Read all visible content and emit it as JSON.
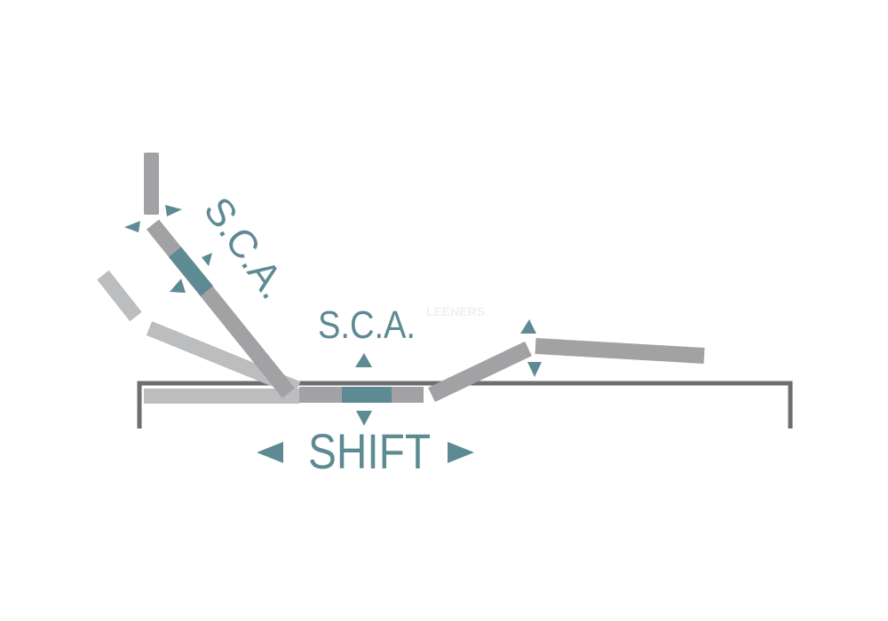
{
  "labels": {
    "sca_head": "S.C.A.",
    "sca_center": "S.C.A.",
    "shift": "SHIFT"
  },
  "watermark": "LEENERS",
  "colors": {
    "accent": "#5e8a93",
    "segment_dark": "#a2a2a4",
    "segment_light": "#bcbdbf",
    "frame": "#6d6e70"
  }
}
